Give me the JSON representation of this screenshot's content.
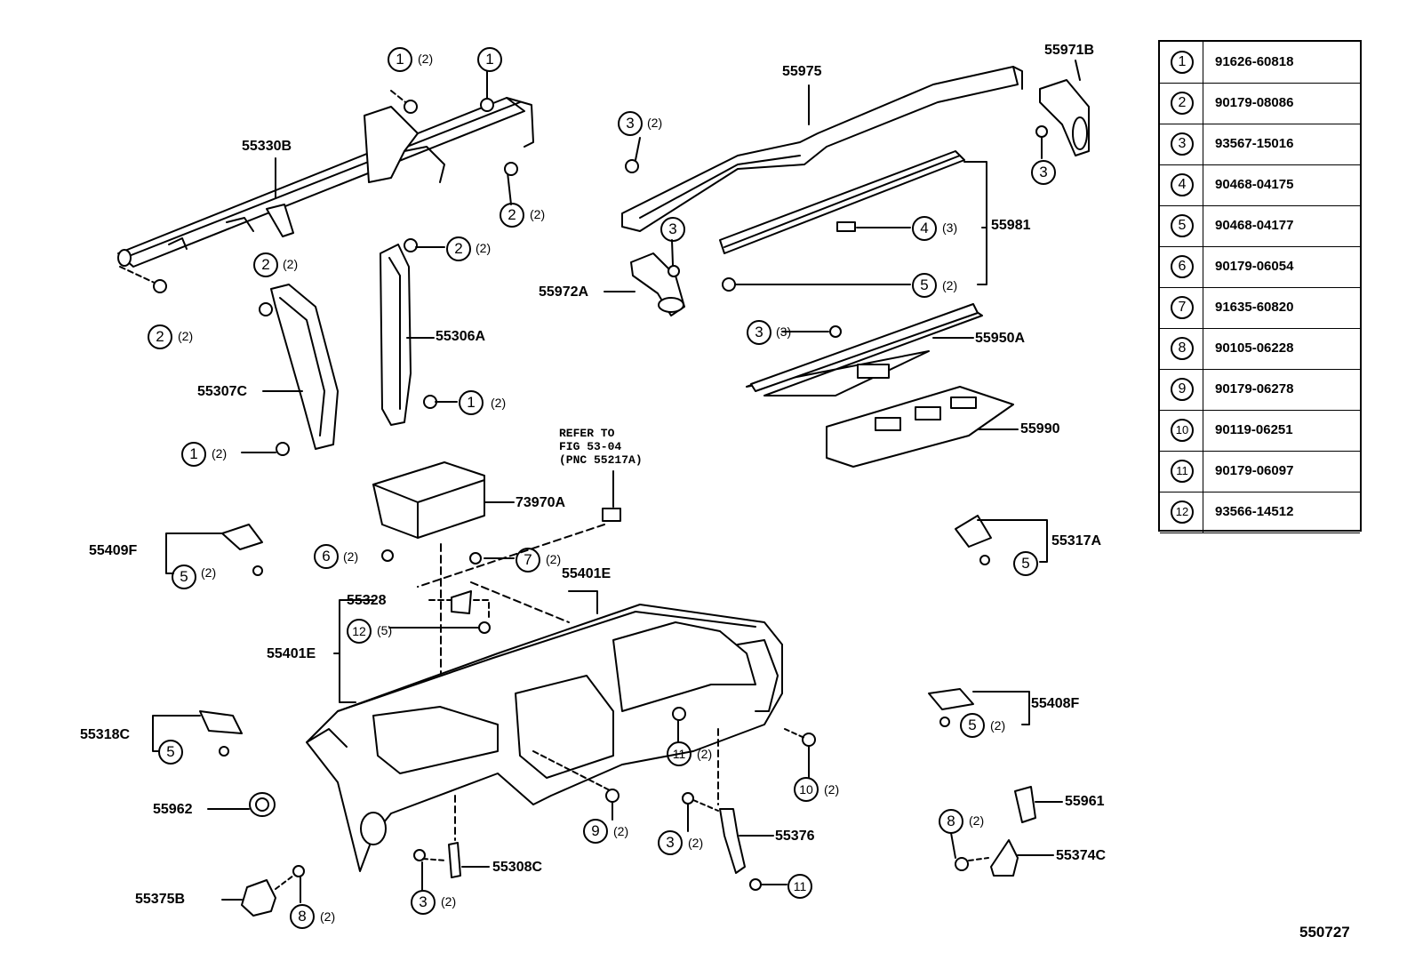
{
  "parts_list": [
    {
      "num": "1",
      "part": "91626-60818"
    },
    {
      "num": "2",
      "part": "90179-08086"
    },
    {
      "num": "3",
      "part": "93567-15016"
    },
    {
      "num": "4",
      "part": "90468-04175"
    },
    {
      "num": "5",
      "part": "90468-04177"
    },
    {
      "num": "6",
      "part": "90179-06054"
    },
    {
      "num": "7",
      "part": "91635-60820"
    },
    {
      "num": "8",
      "part": "90105-06228"
    },
    {
      "num": "9",
      "part": "90179-06278"
    },
    {
      "num": "10",
      "part": "90119-06251"
    },
    {
      "num": "11",
      "part": "90179-06097"
    },
    {
      "num": "12",
      "part": "93566-14512"
    }
  ],
  "labels": {
    "l55330B": "55330B",
    "l55307C": "55307C",
    "l55306A": "55306A",
    "l55975": "55975",
    "l55971B": "55971B",
    "l55981": "55981",
    "l55972A": "55972A",
    "l55950A": "55950A",
    "l55990": "55990",
    "l73970A": "73970A",
    "l55401E_top": "55401E",
    "l55401E_left": "55401E",
    "l55328": "55328",
    "l55409F": "55409F",
    "l55317A": "55317A",
    "l55318C": "55318C",
    "l55408F": "55408F",
    "l55962": "55962",
    "l55961": "55961",
    "l55374C": "55374C",
    "l55376": "55376",
    "l55308C": "55308C",
    "l55375B": "55375B"
  },
  "refer": {
    "line1": "REFER TO",
    "line2": "FIG 53-04",
    "line3": "(PNC 55217A)"
  },
  "figure_number": "550727",
  "q2": "(2)",
  "q3": "(3)",
  "q5": "(5)",
  "c1": "1",
  "c2": "2",
  "c3": "3",
  "c4": "4",
  "c5": "5",
  "c6": "6",
  "c7": "7",
  "c8": "8",
  "c9": "9",
  "c10": "10",
  "c11": "11",
  "c12": "12"
}
